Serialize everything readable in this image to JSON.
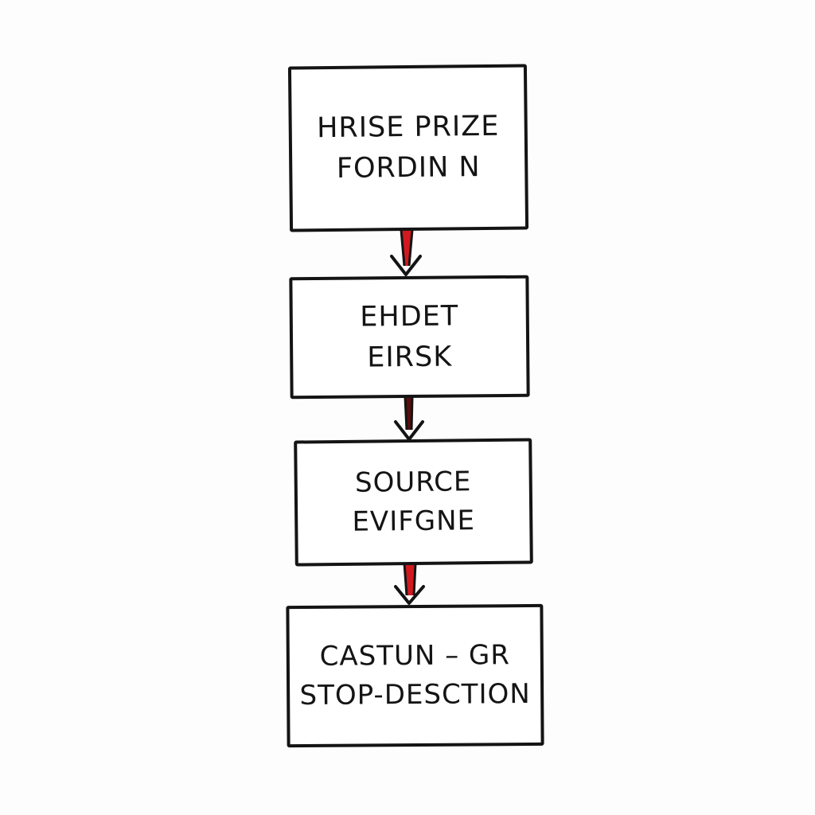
{
  "steps": [
    {
      "lines": [
        "HRISE PRIZE",
        "FORDIN N"
      ]
    },
    {
      "lines": [
        "EHDET",
        "EIRSK"
      ]
    },
    {
      "lines": [
        "SOURCE",
        "EVIFGNE"
      ]
    },
    {
      "lines": [
        "CASTUN – GR",
        "STOP-DESCTION"
      ]
    }
  ],
  "colors": {
    "ink": "#141414",
    "arrow_accent": "#d11a1f",
    "background": "#fdfdfd"
  },
  "connectors": [
    {
      "from": 0,
      "to": 1,
      "accent": "red"
    },
    {
      "from": 1,
      "to": 2,
      "accent": "dark-red"
    },
    {
      "from": 2,
      "to": 3,
      "accent": "red"
    }
  ]
}
